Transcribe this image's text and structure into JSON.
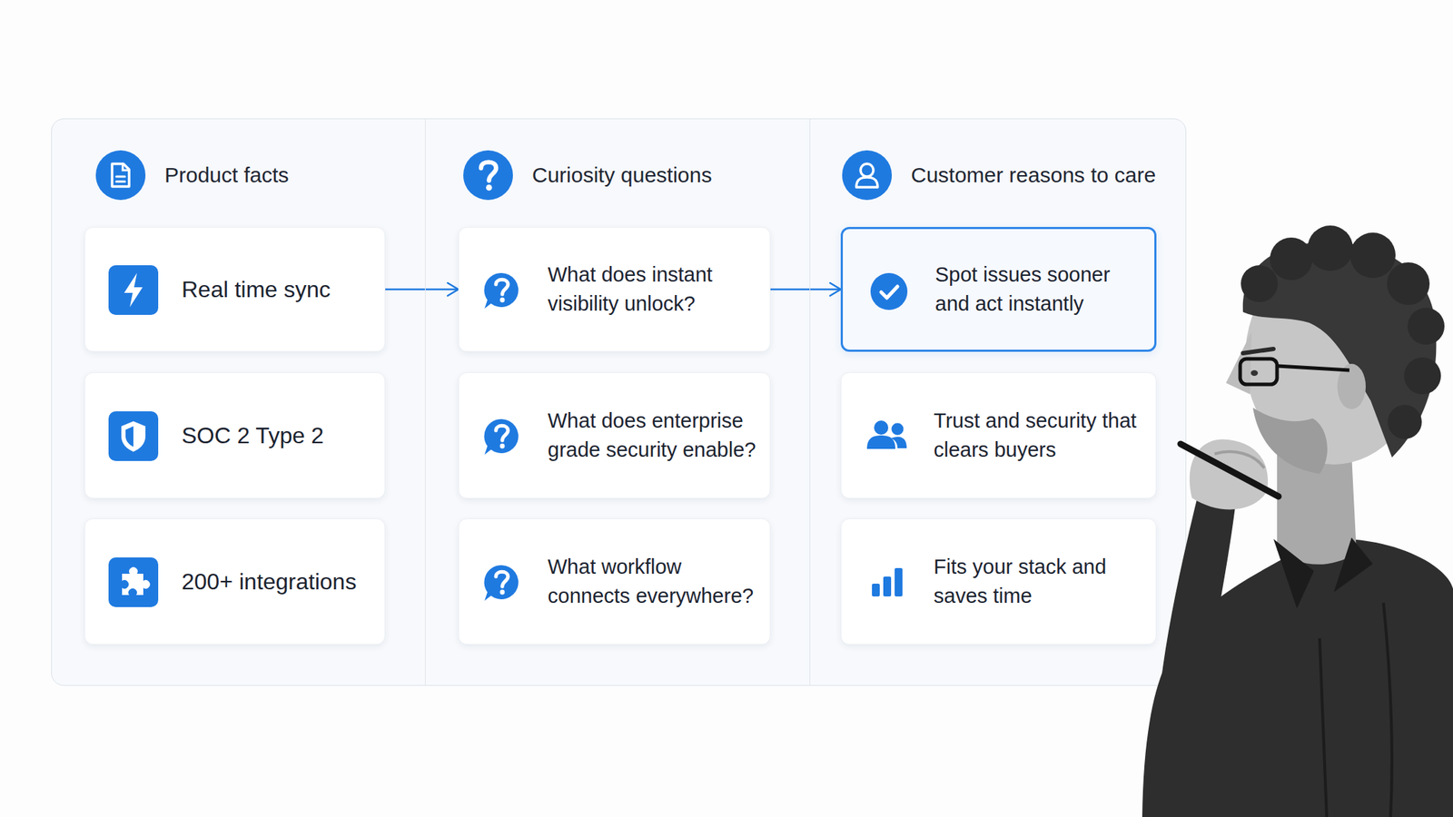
{
  "diagram": {
    "nodes": [
      {
        "text": [
          "Product facts"
        ]
      },
      {
        "text": [
          "Real time sync"
        ],
        "in": 0
      },
      {
        "text": [
          "SOC 2 Type 2"
        ],
        "in": 0
      },
      {
        "text": [
          "200+ integrations"
        ],
        "in": 0
      },
      {
        "text": [
          "Curiosity questions"
        ]
      },
      {
        "text": [
          "What does instant visibility unlock?"
        ],
        "in": 4
      },
      {
        "text": [
          "What does enterprise grade security enable?"
        ],
        "in": 4
      },
      {
        "text": [
          "What workflow connects everywhere?"
        ],
        "in": 4
      },
      {
        "text": [
          "Customer reasons to care"
        ]
      },
      {
        "text": [
          "Spot issues sooner and act instantly"
        ],
        "in": 8
      },
      {
        "text": [
          "Trust and security that clears buyers"
        ],
        "in": 8
      },
      {
        "text": [
          "Fits your stack and saves time"
        ],
        "in": 8
      }
    ],
    "edges": [
      {
        "from": 1,
        "to": 5,
        "arrow": "to"
      },
      {
        "from": 5,
        "to": 9,
        "arrow": "to"
      }
    ]
  }
}
